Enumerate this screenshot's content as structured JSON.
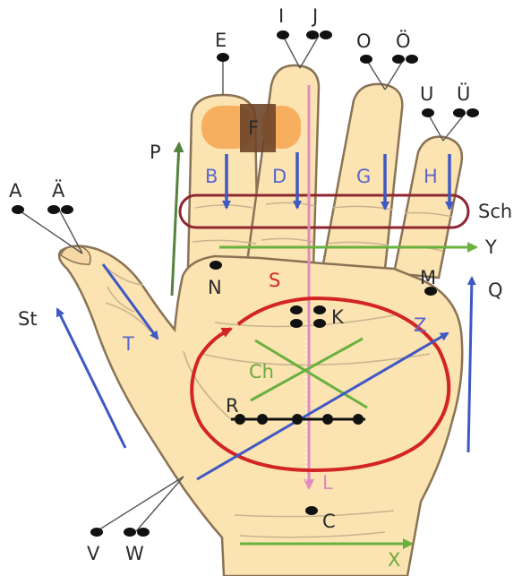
{
  "labels": {
    "a": "A",
    "a_umlaut": "Ä",
    "e": "E",
    "i": "I",
    "j": "J",
    "o": "O",
    "o_umlaut": "Ö",
    "u": "U",
    "u_umlaut": "Ü",
    "p": "P",
    "f": "F",
    "b": "B",
    "d": "D",
    "g": "G",
    "h": "H",
    "sch": "Sch",
    "y": "Y",
    "n": "N",
    "m": "M",
    "q": "Q",
    "s": "S",
    "k": "K",
    "st": "St",
    "t": "T",
    "z": "Z",
    "ch": "Ch",
    "r": "R",
    "l": "L",
    "c": "C",
    "v": "V",
    "w": "W",
    "x": "X"
  },
  "colors": {
    "skin": "#fbe3b2",
    "outline": "#8a7355",
    "blue": "#3e58c4",
    "green": "#69b13d",
    "dark_green": "#55823c",
    "red": "#d32424",
    "maroon": "#8f2630",
    "pink": "#e08bbd",
    "orange": "#f5a64f",
    "brown": "#6e4428",
    "dot": "#111111"
  },
  "icons": {
    "dot_single": "filled-black-dot",
    "dot_double": "two-filled-black-dots",
    "arrow": "arrowhead"
  }
}
